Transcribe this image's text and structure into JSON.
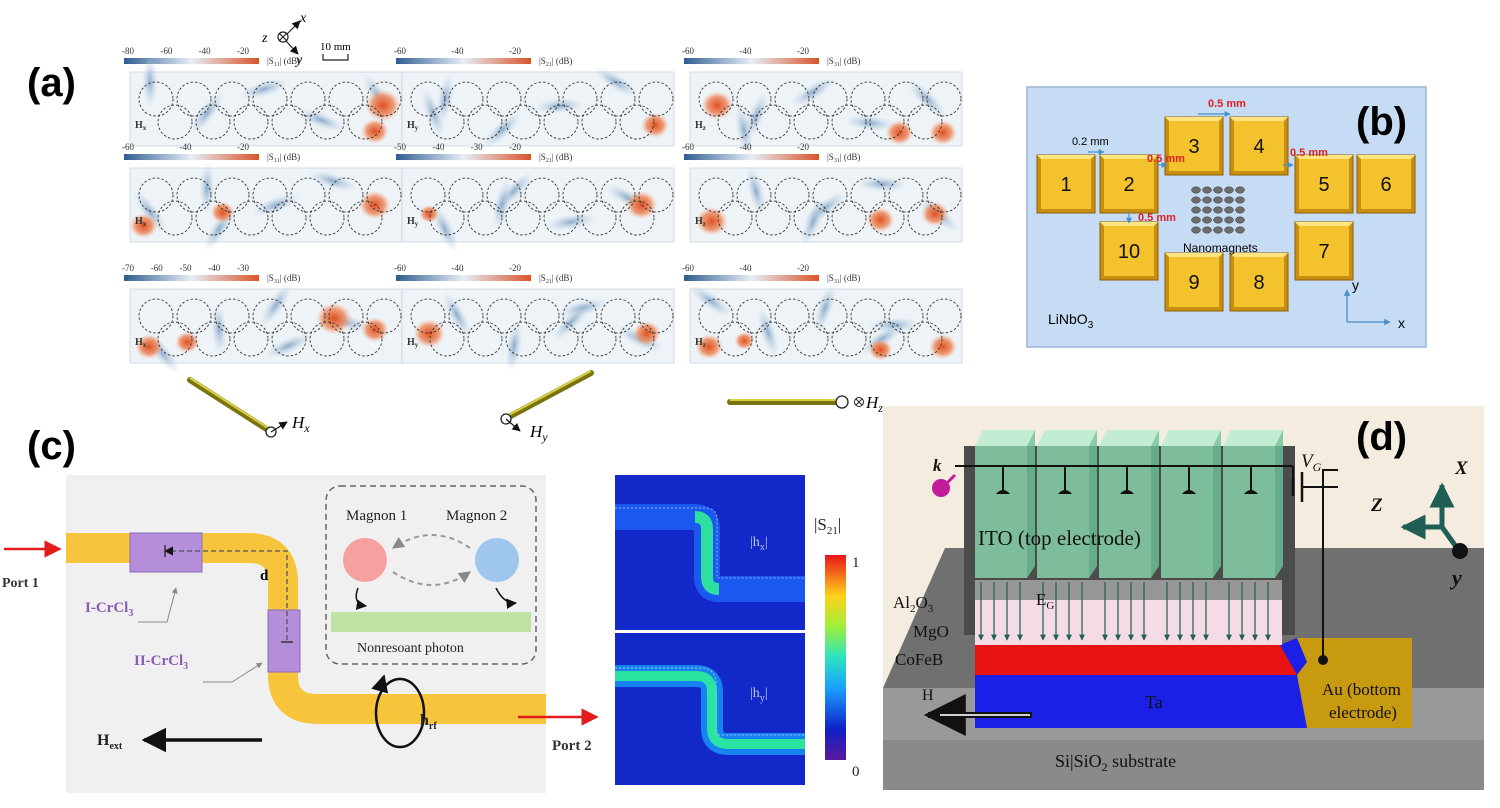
{
  "panel_labels": [
    "(a)",
    "(b)",
    "(c)",
    "(d)"
  ],
  "panel_a": {
    "axes": {
      "z": "z",
      "x": "x",
      "y": "y"
    },
    "scale_bar": "10 mm",
    "colorbars": [
      {
        "ticks": [
          "-80",
          "-60",
          "-40",
          "-20"
        ],
        "unit": "|S",
        "sub": "11",
        "db": "| (dB)"
      },
      {
        "ticks": [
          "-60",
          "-40",
          "-20"
        ],
        "unit": "|S",
        "sub": "21",
        "db": "| (dB)"
      },
      {
        "ticks": [
          "-60",
          "-40",
          "-20"
        ],
        "unit": "|S",
        "sub": "31",
        "db": "| (dB)"
      },
      {
        "ticks": [
          "-60",
          "-40",
          "-20"
        ],
        "unit": "|S",
        "sub": "11",
        "db": "| (dB)"
      },
      {
        "ticks": [
          "-50",
          "-40",
          "-30",
          "-20"
        ],
        "unit": "|S",
        "sub": "21",
        "db": "| (dB)"
      },
      {
        "ticks": [
          "-60",
          "-40",
          "-20"
        ],
        "unit": "|S",
        "sub": "31",
        "db": "| (dB)"
      },
      {
        "ticks": [
          "-70",
          "-60",
          "-50",
          "-40",
          "-30"
        ],
        "unit": "|S",
        "sub": "31",
        "db": "| (dB)"
      },
      {
        "ticks": [
          "-60",
          "-40",
          "-20"
        ],
        "unit": "|S",
        "sub": "21",
        "db": "| (dB)"
      },
      {
        "ticks": [
          "-60",
          "-40",
          "-20"
        ],
        "unit": "|S",
        "sub": "31",
        "db": "| (dB)"
      }
    ],
    "field_labels": [
      "H",
      "H",
      "H",
      "H",
      "H",
      "H",
      "H",
      "H",
      "H"
    ],
    "field_subs": [
      "x",
      "y",
      "z",
      "x",
      "y",
      "z",
      "x",
      "y",
      "z"
    ],
    "rod_labels": [
      {
        "main": "H",
        "sub": "x"
      },
      {
        "main": "H",
        "sub": "y"
      },
      {
        "main": "H",
        "sub": "z"
      }
    ]
  },
  "panel_b": {
    "pads": [
      "1",
      "2",
      "3",
      "4",
      "5",
      "6",
      "7",
      "8",
      "9",
      "10"
    ],
    "dim_black": "0.2 mm",
    "dim_red": [
      "0.5 mm",
      "0.5 mm",
      "0.5 mm",
      "0.5 mm"
    ],
    "center_label": "Nanomagnets",
    "substrate_main": "LiNbO",
    "substrate_sub": "3",
    "axis_x": "x",
    "axis_y": "y"
  },
  "panel_c": {
    "port1": "Port 1",
    "port2": "Port 2",
    "d_label": "d",
    "crcl1_pre": "I-CrCl",
    "crcl1_sub": "3",
    "crcl2_pre": "II-CrCl",
    "crcl2_sub": "3",
    "magnon1": "Magnon 1",
    "magnon2": "Magnon 2",
    "photon": "Nonresoant photon",
    "hext_main": "H",
    "hext_sub": "ext",
    "hrf_main": "h",
    "hrf_sub": "rf",
    "hx_label": "|h",
    "hx_sub": "x",
    "hy_label": "|h",
    "hy_sub": "y",
    "cbar_title_pre": "|S",
    "cbar_title_sub": "21",
    "cbar_max": "1",
    "cbar_min": "0"
  },
  "panel_d": {
    "k": "k",
    "vg_main": "V",
    "vg_sub": "G",
    "ito": "ITO (top electrode)",
    "al2o3_a": "Al",
    "al2o3_b": "2",
    "al2o3_c": "O",
    "al2o3_d": "3",
    "eg_main": "E",
    "eg_sub": "G",
    "mgo": "MgO",
    "cofeb": "CoFeB",
    "ta": "Ta",
    "h": "H",
    "au": "Au (bottom electrode)",
    "au_line1": "Au (bottom",
    "au_line2": "electrode)",
    "substrate_a": "Si|SiO",
    "substrate_b": "2",
    "substrate_c": " substrate",
    "axis_x": "X",
    "axis_z": "Z",
    "axis_y": "y"
  }
}
